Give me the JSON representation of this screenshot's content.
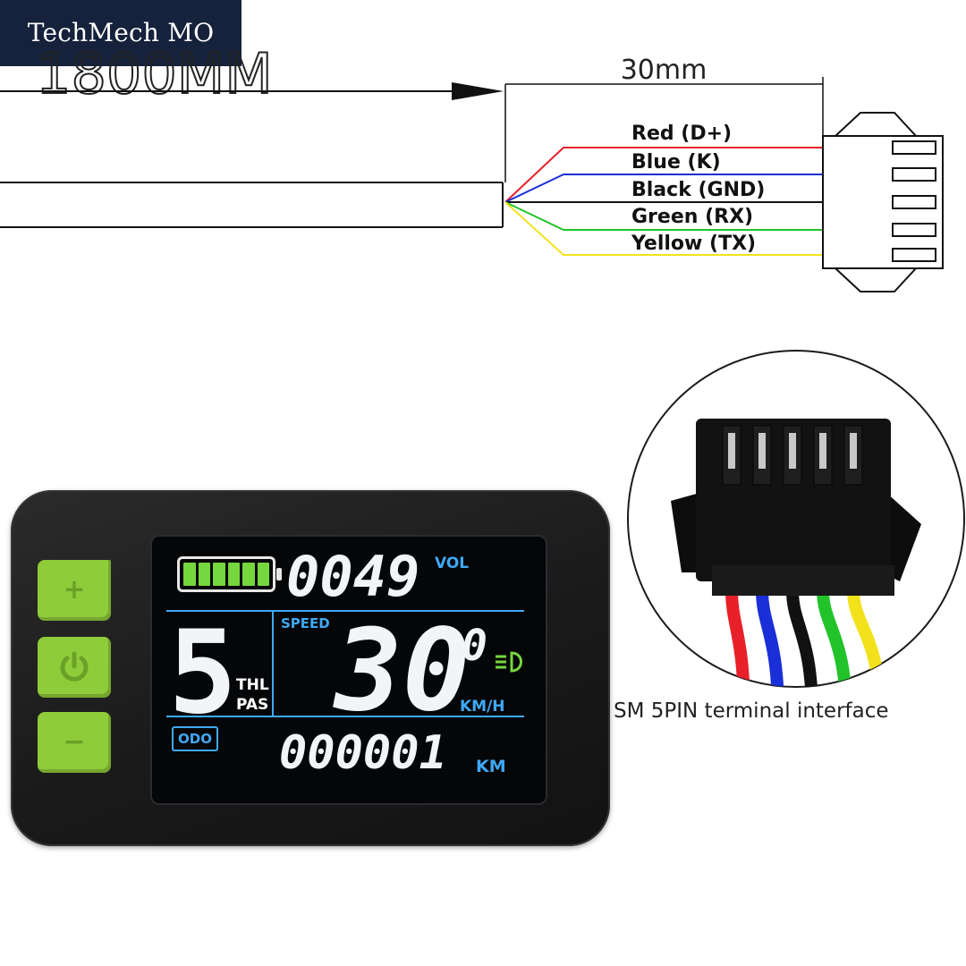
{
  "watermark": "TechMech MO",
  "cable": {
    "length_label": "1800MM",
    "connector_label": "30mm"
  },
  "wires": [
    {
      "label": "Red (D+)",
      "color": "#e8202a",
      "pin": "1"
    },
    {
      "label": "Blue (K)",
      "color": "#1a2fd8",
      "pin": "2"
    },
    {
      "label": "Black (GND)",
      "color": "#111111",
      "pin": "3"
    },
    {
      "label": "Green (RX)",
      "color": "#22c32a",
      "pin": "4"
    },
    {
      "label": "Yellow (TX)",
      "color": "#f2e21c",
      "pin": "5"
    }
  ],
  "photo_caption": "SM 5PIN terminal interface",
  "display": {
    "voltage_value": "0049",
    "voltage_unit": "VOL",
    "battery_level": 1.0,
    "assist_level": "5",
    "mode_thl": "THL",
    "mode_pas": "PAS",
    "speed_label": "SPEED",
    "speed_value": "30",
    "speed_decimal": "0",
    "speed_unit": "KM/H",
    "odo_label": "ODO",
    "odo_value": "000001",
    "odo_unit": "KM",
    "buttons": {
      "plus": "+",
      "minus": "−"
    }
  },
  "colors": {
    "accent_cyan": "#3fa9f5",
    "button_green": "#8fcc3a",
    "battery_green": "#76d63e"
  }
}
